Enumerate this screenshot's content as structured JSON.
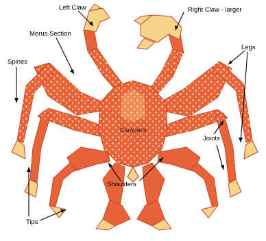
{
  "labels": {
    "left_claw": "Left Claw",
    "right_claw": "Right Claw - larger",
    "merus": "Merus Section",
    "legs": "Legs",
    "spines": "Spines",
    "carapace": "Carapace",
    "joints": "Joints",
    "shoulders": "Shoulders",
    "tips": "Tips"
  },
  "colors": {
    "shell": "#e8623a",
    "shell_dark": "#c9431f",
    "underside": "#f6d58a",
    "spine": "#f3eecb",
    "leader": "#000000"
  }
}
